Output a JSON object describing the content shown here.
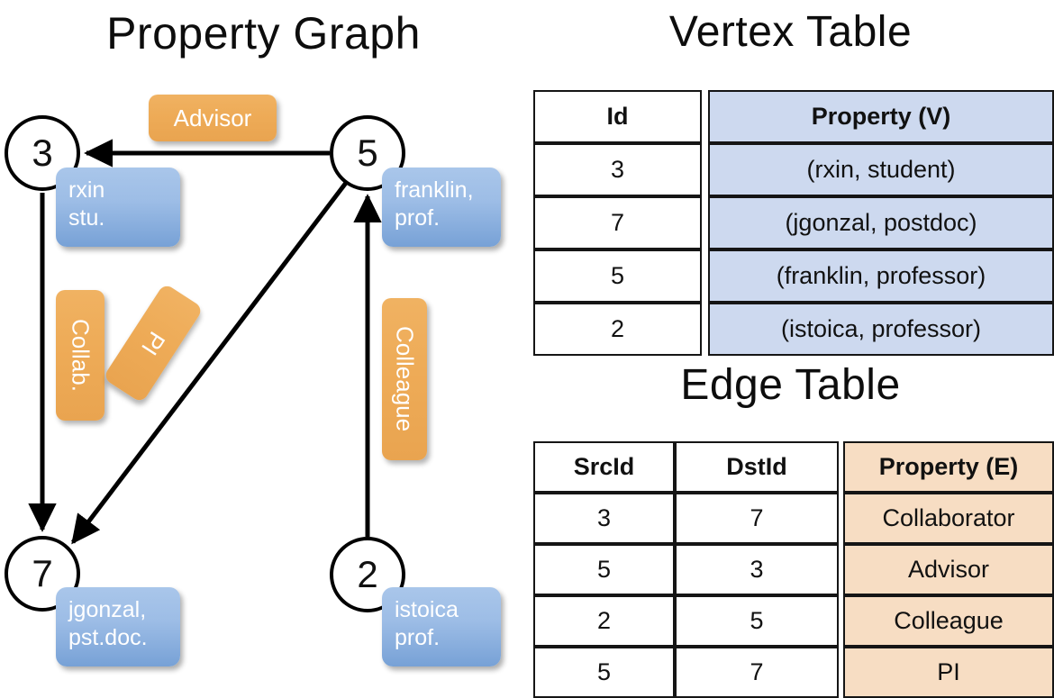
{
  "titles": {
    "property_graph": "Property Graph",
    "vertex_table": "Vertex Table",
    "edge_table": "Edge Table"
  },
  "graph": {
    "nodes": [
      {
        "id": "3",
        "label": "3",
        "property": "rxin\nstu."
      },
      {
        "id": "5",
        "label": "5",
        "property": "franklin,\nprof."
      },
      {
        "id": "7",
        "label": "7",
        "property": "jgonzal,\npst.doc."
      },
      {
        "id": "2",
        "label": "2",
        "property": "istoica\nprof."
      }
    ],
    "node_properties": {
      "rxin_line1": "rxin",
      "rxin_line2": "stu.",
      "franklin_line1": "franklin,",
      "franklin_line2": "prof.",
      "jgonzal_line1": "jgonzal,",
      "jgonzal_line2": "pst.doc.",
      "istoica_line1": "istoica",
      "istoica_line2": "prof."
    },
    "edge_labels": {
      "advisor": "Advisor",
      "collab": "Collab.",
      "pi": "PI",
      "colleague": "Colleague"
    },
    "edges": [
      {
        "src": "5",
        "dst": "3",
        "label": "Advisor"
      },
      {
        "src": "3",
        "dst": "7",
        "label": "Collab."
      },
      {
        "src": "5",
        "dst": "7",
        "label": "PI"
      },
      {
        "src": "2",
        "dst": "5",
        "label": "Colleague"
      }
    ]
  },
  "vertex_table": {
    "headers": [
      "Id",
      "Property (V)"
    ],
    "rows": [
      {
        "id": "3",
        "property": "(rxin, student)"
      },
      {
        "id": "7",
        "property": "(jgonzal, postdoc)"
      },
      {
        "id": "5",
        "property": "(franklin, professor)"
      },
      {
        "id": "2",
        "property": "(istoica, professor)"
      }
    ]
  },
  "edge_table": {
    "headers": [
      "SrcId",
      "DstId",
      "Property (E)"
    ],
    "rows": [
      {
        "src": "3",
        "dst": "7",
        "property": "Collaborator"
      },
      {
        "src": "5",
        "dst": "3",
        "property": "Advisor"
      },
      {
        "src": "2",
        "dst": "5",
        "property": "Colleague"
      },
      {
        "src": "5",
        "dst": "7",
        "property": "PI"
      }
    ]
  },
  "colors": {
    "vertex_property_fill": "#cdd9ef",
    "edge_property_fill": "#f7ddc3",
    "node_property_box": "#9dbde6",
    "edge_label_box": "#eeab57",
    "stroke": "#151515",
    "background": "#ffffff"
  }
}
